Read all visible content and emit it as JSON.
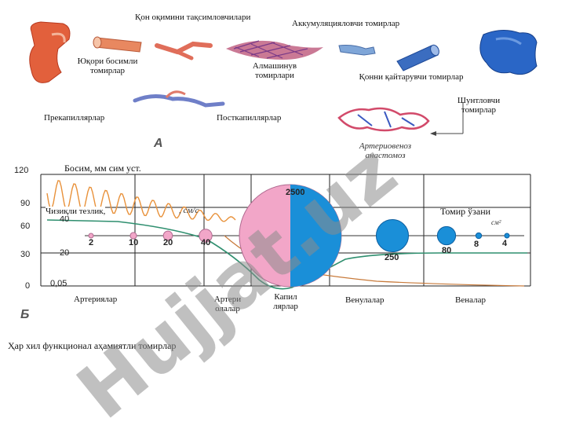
{
  "panel_a": {
    "letter": "A",
    "labels": {
      "distribution": "Қон оқимини тақсимловчилари",
      "accumulating": "Аккумуляцияловчи томирлар",
      "high_pressure": "Юқори босимли томирлар",
      "exchange": "Алмашинув томирлари",
      "return": "Қонни қайтарувчи томирлар",
      "shunting": "Шунтловчи томирлар",
      "precapillaries": "Прекапиллярлар",
      "postcapillaries": "Посткапиллярлар",
      "anastomosis": "Артериовеноз анастомоз"
    }
  },
  "panel_b": {
    "letter": "Б",
    "pressure_label": "Босим, мм сим уст.",
    "velocity_label": "Чизиқли тезлик,",
    "velocity_unit": ", см/с",
    "cross_section_label": "Томир ўзани",
    "cross_section_unit": "см²",
    "y_ticks": [
      "120",
      "90",
      "60",
      "30",
      "0"
    ],
    "vel_ticks": [
      "40",
      "20",
      "0,05"
    ],
    "section_labels": [
      "Артериялар",
      "Артериолалар",
      "Капиллярлар",
      "Венулалар",
      "Веналар"
    ],
    "section_labels_display": [
      "Артериялар",
      "Артери олалар",
      "Капил лярлар",
      "Венулалар",
      "Веналар"
    ]
  },
  "chart_data": {
    "type": "bar",
    "title": "",
    "xlabel": "",
    "ylabel": "Томир ўзани",
    "unit": "см²",
    "categories": [
      "Артериялар",
      "Артериялар",
      "Артериялар",
      "Артериолалар",
      "Капиллярлар",
      "Венулалар",
      "Веналар",
      "Веналар",
      "Веналар"
    ],
    "values": [
      2,
      10,
      20,
      40,
      2500,
      250,
      80,
      8,
      4
    ],
    "value_labels": [
      "2",
      "10",
      "20",
      "40",
      "2500",
      "250",
      "80",
      "8",
      "4"
    ]
  },
  "caption": "Ҳар хил функционал аҳамиятли томирлар",
  "watermark": "Hujjat.uz",
  "colors": {
    "pressure": "#e8913a",
    "velocity": "#2f8f6f",
    "artery_circle": "#f2a6c8",
    "vein_circle": "#1a8fd8",
    "grid": "#222222"
  }
}
